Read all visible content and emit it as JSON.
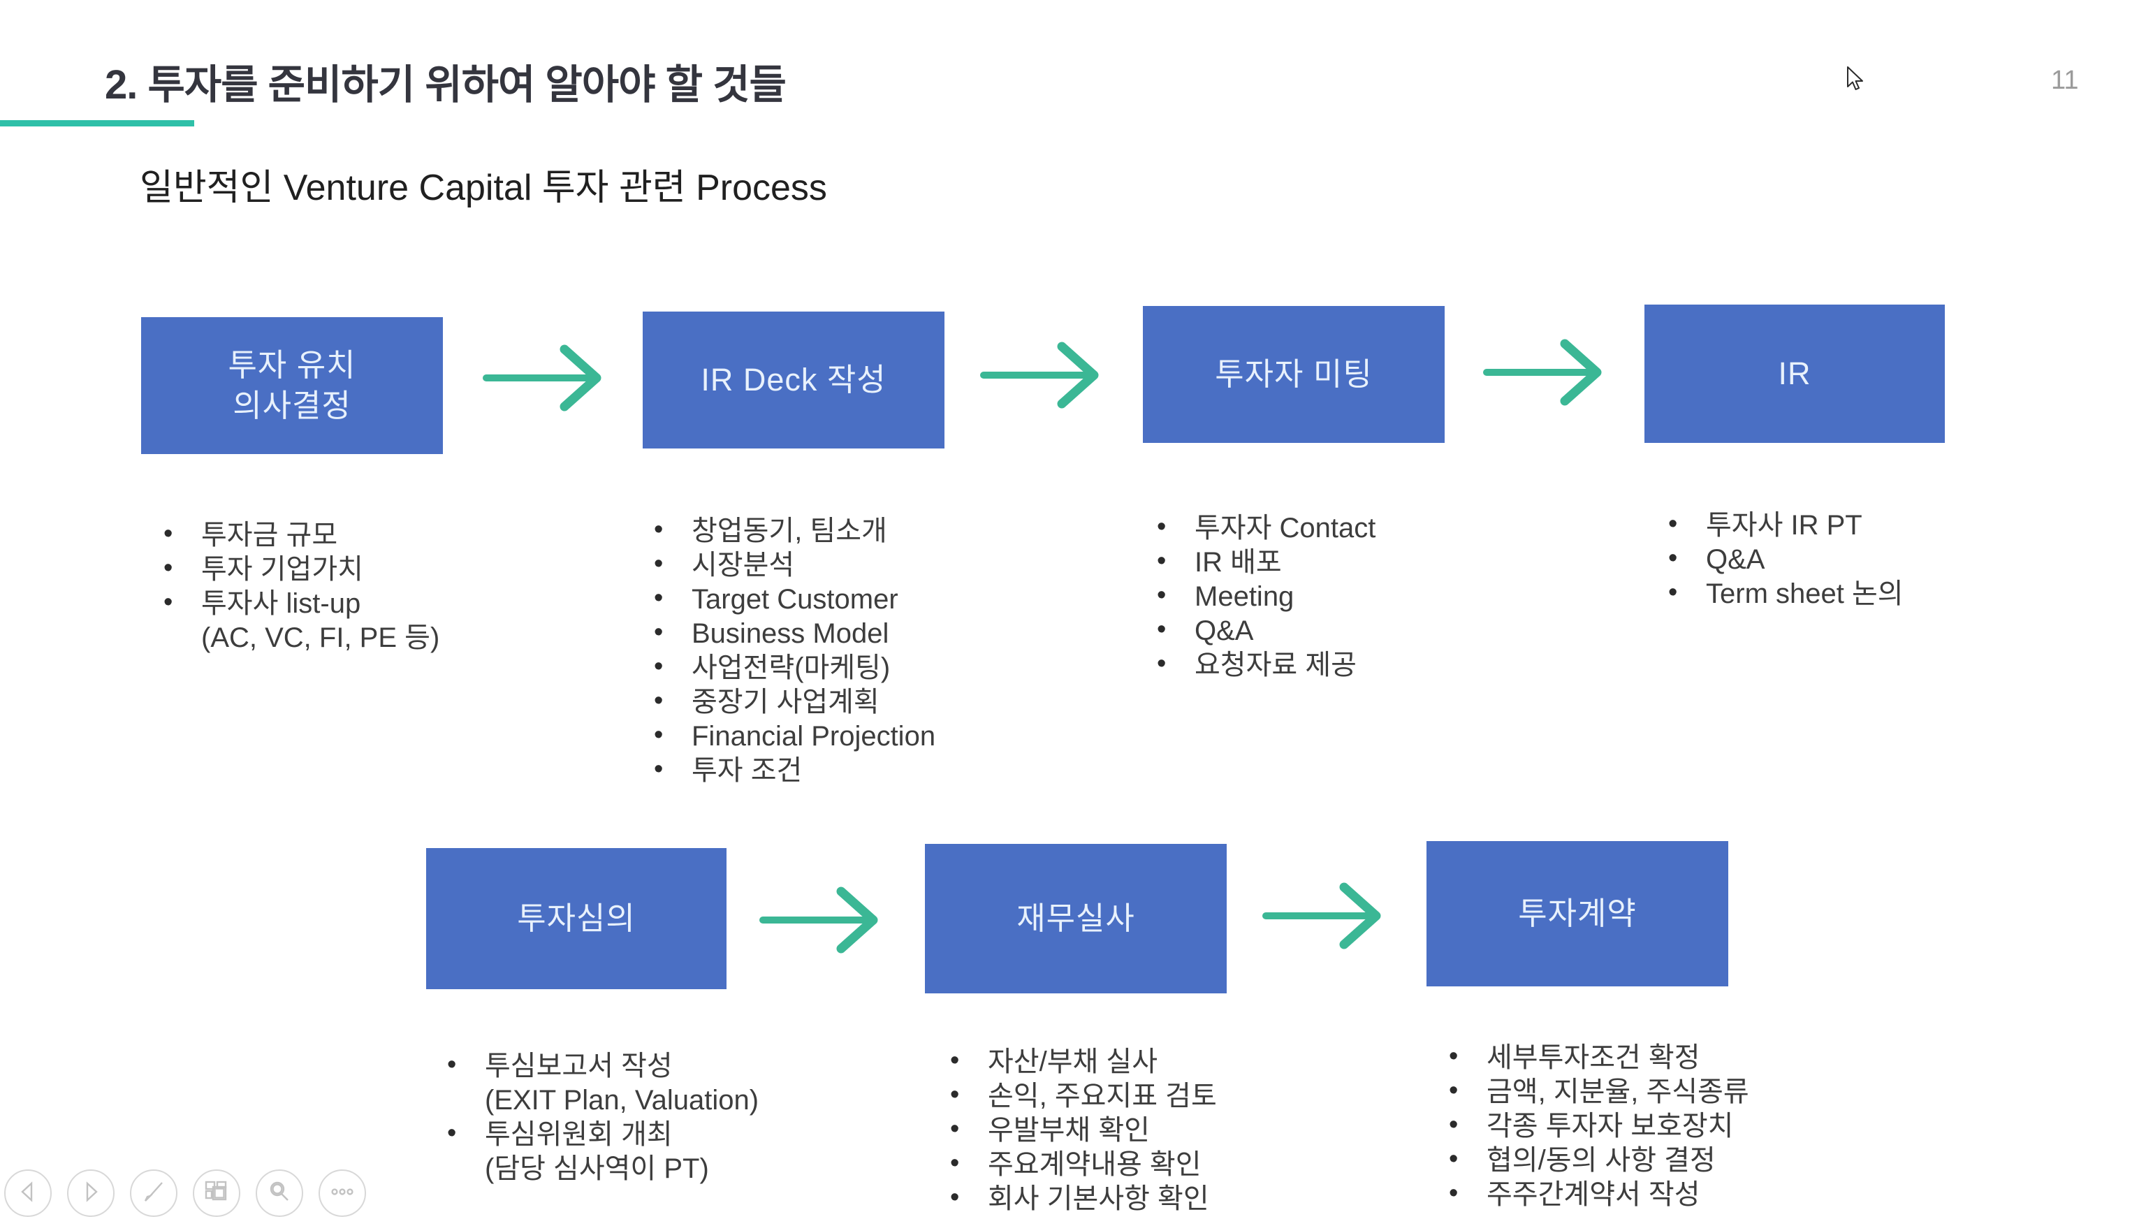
{
  "header": {
    "title": "2. 투자를 준비하기 위하여 알아야 할 것들",
    "subtitle": "일반적인 Venture Capital 투자 관련 Process"
  },
  "page_number": "11",
  "colors": {
    "box_blue": "#4a6fc4",
    "box_text": "#e8f1fc",
    "arrow_teal": "#3bb795",
    "underline_teal": "#2fc0a8",
    "bullet_text": "#3d3d3d",
    "page_number_gray": "#9b9b9b"
  },
  "steps": [
    {
      "label": [
        "투자 유치",
        "의사결정"
      ],
      "bullets": [
        "투자금 규모",
        "투자 기업가치",
        "투자사 list-up",
        "(AC, VC, FI, PE 등)"
      ]
    },
    {
      "label": [
        "IR Deck 작성"
      ],
      "bullets": [
        "창업동기, 팀소개",
        "시장분석",
        "Target Customer",
        "Business Model",
        "사업전략(마케팅)",
        "중장기 사업계획",
        "Financial Projection",
        "투자 조건"
      ]
    },
    {
      "label": [
        "투자자 미팅"
      ],
      "bullets": [
        "투자자 Contact",
        "IR 배포",
        "Meeting",
        "Q&A",
        "요청자료 제공"
      ]
    },
    {
      "label": [
        "IR"
      ],
      "bullets": [
        "투자사 IR PT",
        "Q&A",
        "Term sheet 논의"
      ]
    },
    {
      "label": [
        "투자심의"
      ],
      "bullets": [
        "투심보고서 작성",
        "(EXIT Plan, Valuation)",
        "투심위원회 개최",
        "(담당 심사역이 PT)"
      ]
    },
    {
      "label": [
        "재무실사"
      ],
      "bullets": [
        "자산/부채 실사",
        "손익, 주요지표 검토",
        "우발부채 확인",
        "주요계약내용 확인",
        "회사 기본사항 확인"
      ]
    },
    {
      "label": [
        "투자계약"
      ],
      "bullets": [
        "세부투자조건 확정",
        "금액, 지분율, 주식종류",
        "각종 투자자 보호장치",
        "협의/동의 사항 결정",
        "주주간계약서 작성"
      ]
    }
  ],
  "toolbar": {
    "buttons": [
      {
        "name": "previous-slide"
      },
      {
        "name": "next-slide"
      },
      {
        "name": "pen-tools"
      },
      {
        "name": "see-all-slides"
      },
      {
        "name": "zoom"
      },
      {
        "name": "more-options"
      }
    ]
  }
}
